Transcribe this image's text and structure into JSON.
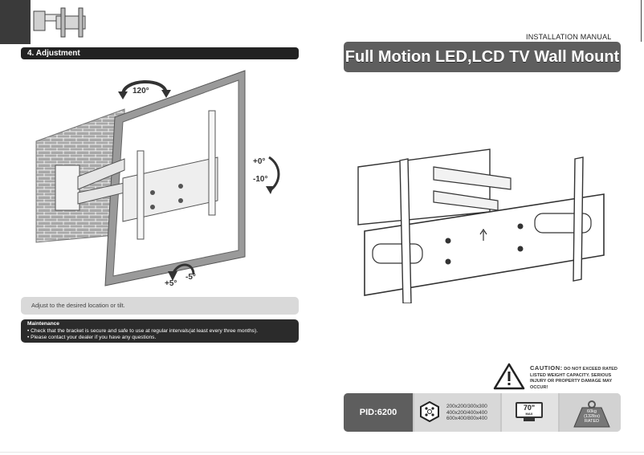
{
  "left_page": {
    "section_title": "4. Adjustment",
    "rotation_label": "120°",
    "tilt_up_label": "+0°",
    "tilt_down_label": "-10°",
    "swivel_plus_label": "+5°",
    "swivel_minus_label": "-5°",
    "note": "Adjust to the desired location or tilt.",
    "maintenance": {
      "title": "Maintenance",
      "items": [
        "•  Check that the bracket is secure and safe to use at regular intervals(at least every three months).",
        "•  Please contact your dealer if you have any questions."
      ]
    }
  },
  "right_page": {
    "manual_label": "INSTALLATION MANUAL",
    "title": "Full Motion LED,LCD TV Wall Mount",
    "caution": {
      "word": "CAUTION:",
      "text": "DO NOT EXCEED RATED LISTED WEIGHT CAPACITY. SERIOUS INJURY OR PROPERTY DAMAGE MAY OCCUR!"
    },
    "pid": "PID:6200",
    "vesa": [
      "200x200/300x300",
      "400x200/400x400",
      "600x400/800x400"
    ],
    "max_size": {
      "value": "70\"",
      "sub": "MAX"
    },
    "weight": {
      "line1": "60kg",
      "line2": "(132lbs)",
      "line3": "RATED"
    }
  },
  "colors": {
    "dark": "#222222",
    "title_bar": "#5e5e5e",
    "note_box": "#d9d9d9",
    "brick": "#a8a8a8"
  }
}
